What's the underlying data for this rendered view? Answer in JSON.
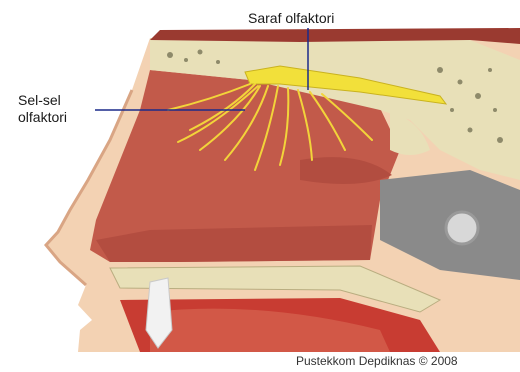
{
  "labels": {
    "olfactory_nerve": "Saraf olfaktori",
    "olfactory_cells_line1": "Sel-sel",
    "olfactory_cells_line2": "olfaktori"
  },
  "credit": "Pustekkom Depdiknas © 2008",
  "colors": {
    "skin": "#f3d2b3",
    "cavity": "#c25a4a",
    "bone": "#e8e0b8",
    "nerve": "#f2e03a",
    "leader_line": "#1a2a8a",
    "tongue": "#c83c32"
  }
}
